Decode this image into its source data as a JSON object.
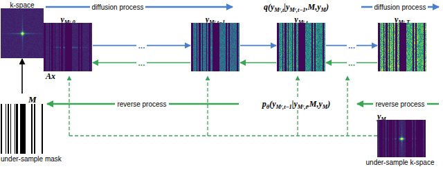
{
  "diagram": {
    "nodes": [
      {
        "text": [
          "k-space"
        ]
      },
      {
        "text": [
          "M",
          "under-sample mask"
        ]
      },
      {
        "text": [
          "yMᶜ,0"
        ]
      },
      {
        "text": [
          "yMᶜ,t−1"
        ]
      },
      {
        "text": [
          "yMᶜ,t"
        ]
      },
      {
        "text": [
          "yMᶜ,T"
        ]
      },
      {
        "text": [
          "yM",
          "under-sample k-space"
        ]
      }
    ],
    "edges": [
      {
        "from": 1,
        "to": 0,
        "arrow": "to"
      },
      {
        "from": 2,
        "to": 3,
        "label": "...",
        "arrow": "to"
      },
      {
        "from": 3,
        "to": 4,
        "arrow": "to"
      },
      {
        "from": 4,
        "to": 5,
        "label": "...",
        "arrow": "to"
      },
      {
        "from": 5,
        "to": 4,
        "label": "...",
        "arrow": "to"
      },
      {
        "from": 4,
        "to": 3,
        "arrow": "to"
      },
      {
        "from": 3,
        "to": 2,
        "label": "...",
        "arrow": "to"
      }
    ],
    "labels": [
      "Ax",
      "diffusion process",
      "q(yMᶜ,t|yMᶜ,t−1,M,yM)",
      "diffusion process",
      "reverse process",
      "pθ(yMᶜ,t−1|yMᶜ,t,M,yM)",
      "reverse process"
    ]
  }
}
